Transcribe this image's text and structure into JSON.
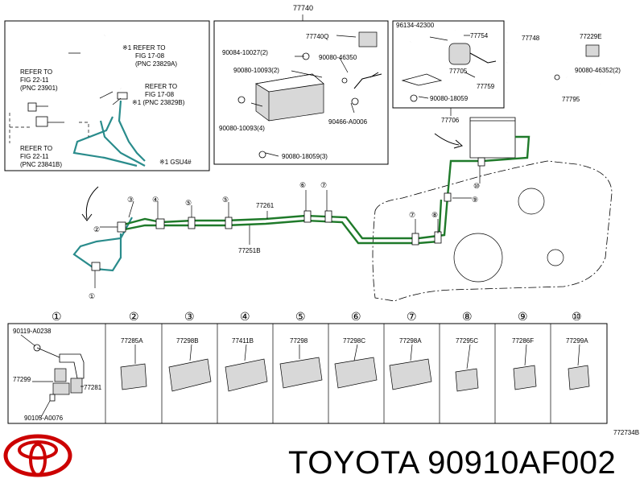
{
  "header": {
    "assembly_number": "77740"
  },
  "inset_left": {
    "ref_note_1": [
      "※1 REFER TO",
      "FIG 17-08",
      "(PNC 23829A)"
    ],
    "ref_note_2": [
      "REFER TO",
      "FIG 17-08",
      "※1 (PNC 23829B)"
    ],
    "ref_note_3": [
      "REFER TO",
      "FIG 22-11",
      "(PNC 23901)"
    ],
    "ref_note_4": [
      "REFER TO",
      "FIG 22-11",
      "(PNC 23841B)"
    ],
    "footnote": "※1  GSU4#"
  },
  "inset_canister": {
    "labels": [
      "77740Q",
      "90084-10027(2)",
      "90080-10093(2)",
      "90080-46350",
      "90080-10093(4)",
      "90466-A0006",
      "90080-18059(3)"
    ]
  },
  "inset_valve": {
    "labels": [
      "96134-42300",
      "77754",
      "77705",
      "77759",
      "90080-18059"
    ],
    "callout": "77706"
  },
  "right_parts": {
    "labels": [
      "77748",
      "77229E",
      "90080-46352(2)",
      "77795"
    ]
  },
  "main": {
    "tube_labels": [
      "77261",
      "77251B"
    ],
    "callouts": [
      "①",
      "②",
      "③",
      "④",
      "⑤",
      "⑤",
      "⑥",
      "⑦",
      "⑦",
      "⑧",
      "⑨",
      "⑩"
    ]
  },
  "legend": {
    "numbers": [
      "①",
      "②",
      "③",
      "④",
      "⑤",
      "⑥",
      "⑦",
      "⑧",
      "⑨",
      "⑩"
    ],
    "cell1_labels": [
      "90119-A0238",
      "77299",
      "77281",
      "90105-A0076"
    ],
    "part_numbers": [
      "77285A",
      "77298B",
      "77411B",
      "77298",
      "77298C",
      "77298A",
      "77295C",
      "77286F",
      "77299A"
    ],
    "figure_code": "772734B"
  },
  "footer": {
    "brand_part": "TOYOTA 90910AF002",
    "logo": "toyota-logo"
  },
  "colors": {
    "tube_green": "#1f7a2a",
    "tube_teal": "#2a8c8c",
    "logo_red": "#cc0000"
  }
}
